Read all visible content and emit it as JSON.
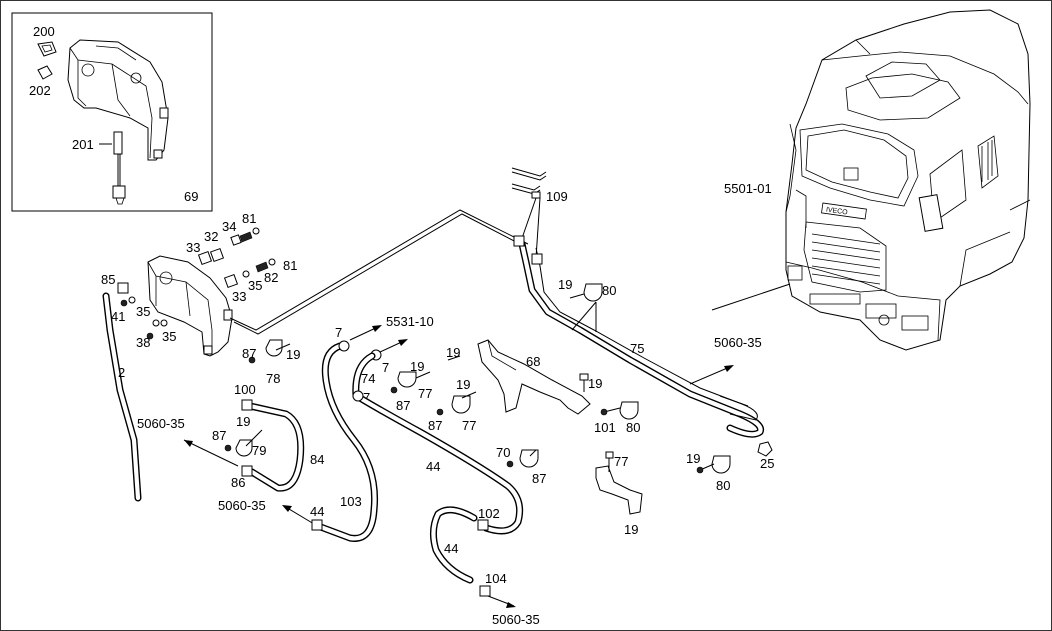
{
  "diagram": {
    "inset_labels": [
      "200",
      "202",
      "201",
      "69"
    ],
    "tank_labels": [
      "33",
      "32",
      "34",
      "81",
      "33",
      "35",
      "82",
      "81",
      "85",
      "41",
      "35",
      "38",
      "35",
      "2"
    ],
    "clip_labels": [
      "87",
      "19",
      "78",
      "100",
      "19",
      "87",
      "79",
      "86",
      "84",
      "5060-35",
      "5060-35",
      "44",
      "103"
    ],
    "center_labels": [
      "7",
      "5531-10",
      "7",
      "74",
      "7",
      "19",
      "87",
      "77",
      "19",
      "87",
      "77",
      "19",
      "68",
      "19",
      "101",
      "80",
      "70",
      "87",
      "77",
      "19",
      "102",
      "44",
      "104",
      "44",
      "5060-35"
    ],
    "right_labels": [
      "109",
      "19",
      "80",
      "75",
      "5060-35",
      "19",
      "80",
      "25",
      "5501-01"
    ]
  }
}
